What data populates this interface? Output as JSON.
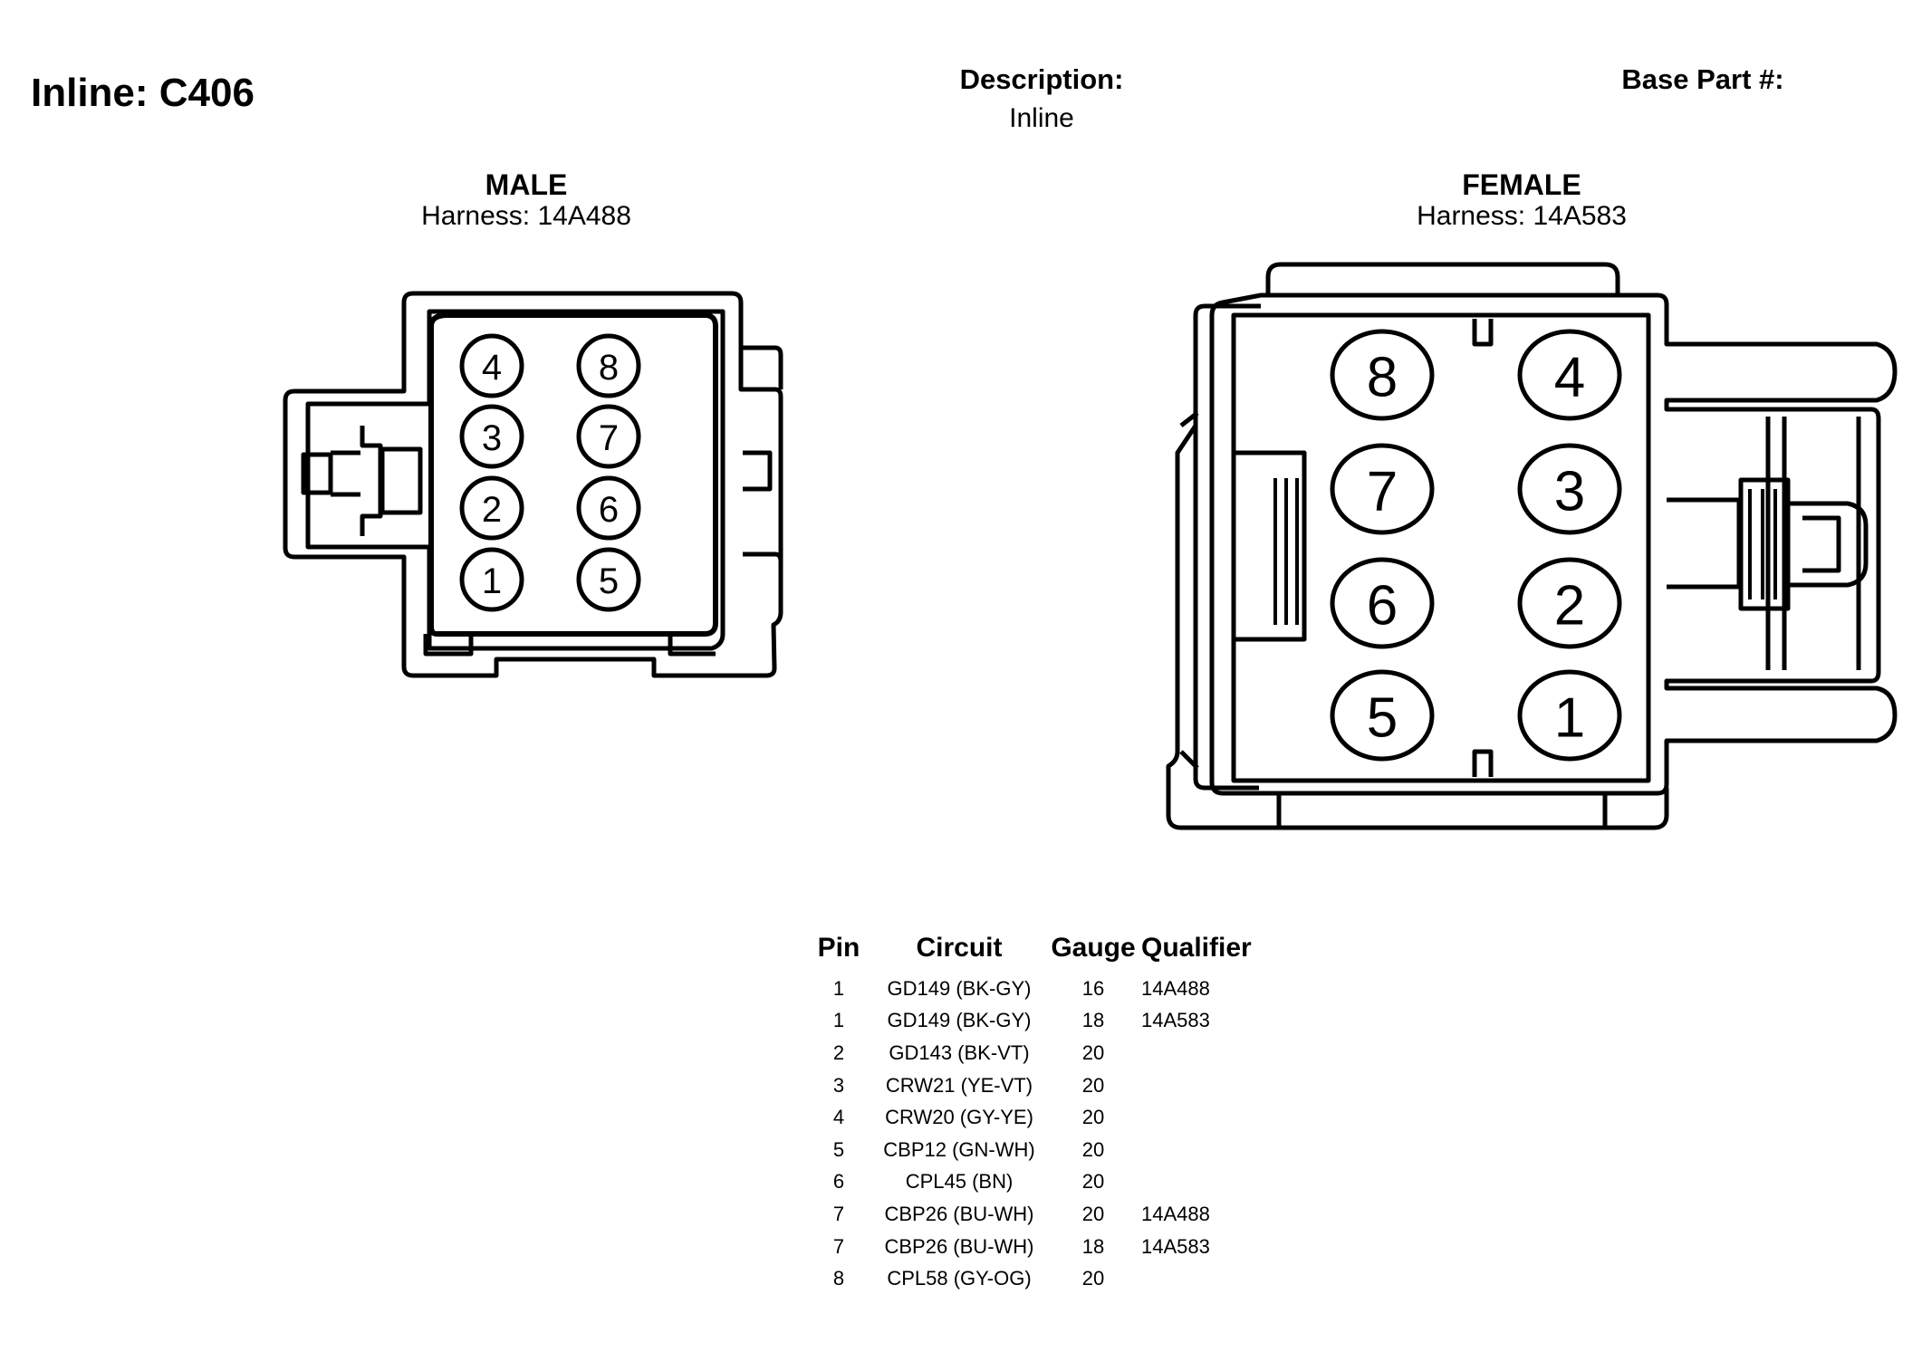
{
  "header": {
    "title": "Inline: C406",
    "description_label": "Description:",
    "description_value": "Inline",
    "base_part_label": "Base Part #:"
  },
  "male": {
    "heading": "MALE",
    "harness": "Harness: 14A488",
    "pins": [
      "4",
      "8",
      "3",
      "7",
      "2",
      "6",
      "1",
      "5"
    ]
  },
  "female": {
    "heading": "FEMALE",
    "harness": "Harness: 14A583",
    "pins": [
      "8",
      "4",
      "7",
      "3",
      "6",
      "2",
      "5",
      "1"
    ]
  },
  "table": {
    "headers": [
      "Pin",
      "Circuit",
      "Gauge",
      "Qualifier"
    ],
    "rows": [
      {
        "pin": "1",
        "circuit": "GD149 (BK-GY)",
        "gauge": "16",
        "qualifier": "14A488"
      },
      {
        "pin": "1",
        "circuit": "GD149 (BK-GY)",
        "gauge": "18",
        "qualifier": "14A583"
      },
      {
        "pin": "2",
        "circuit": "GD143 (BK-VT)",
        "gauge": "20",
        "qualifier": ""
      },
      {
        "pin": "3",
        "circuit": "CRW21 (YE-VT)",
        "gauge": "20",
        "qualifier": ""
      },
      {
        "pin": "4",
        "circuit": "CRW20 (GY-YE)",
        "gauge": "20",
        "qualifier": ""
      },
      {
        "pin": "5",
        "circuit": "CBP12 (GN-WH)",
        "gauge": "20",
        "qualifier": ""
      },
      {
        "pin": "6",
        "circuit": "CPL45 (BN)",
        "gauge": "20",
        "qualifier": ""
      },
      {
        "pin": "7",
        "circuit": "CBP26 (BU-WH)",
        "gauge": "20",
        "qualifier": "14A488"
      },
      {
        "pin": "7",
        "circuit": "CBP26 (BU-WH)",
        "gauge": "18",
        "qualifier": "14A583"
      },
      {
        "pin": "8",
        "circuit": "CPL58 (GY-OG)",
        "gauge": "20",
        "qualifier": ""
      }
    ]
  }
}
